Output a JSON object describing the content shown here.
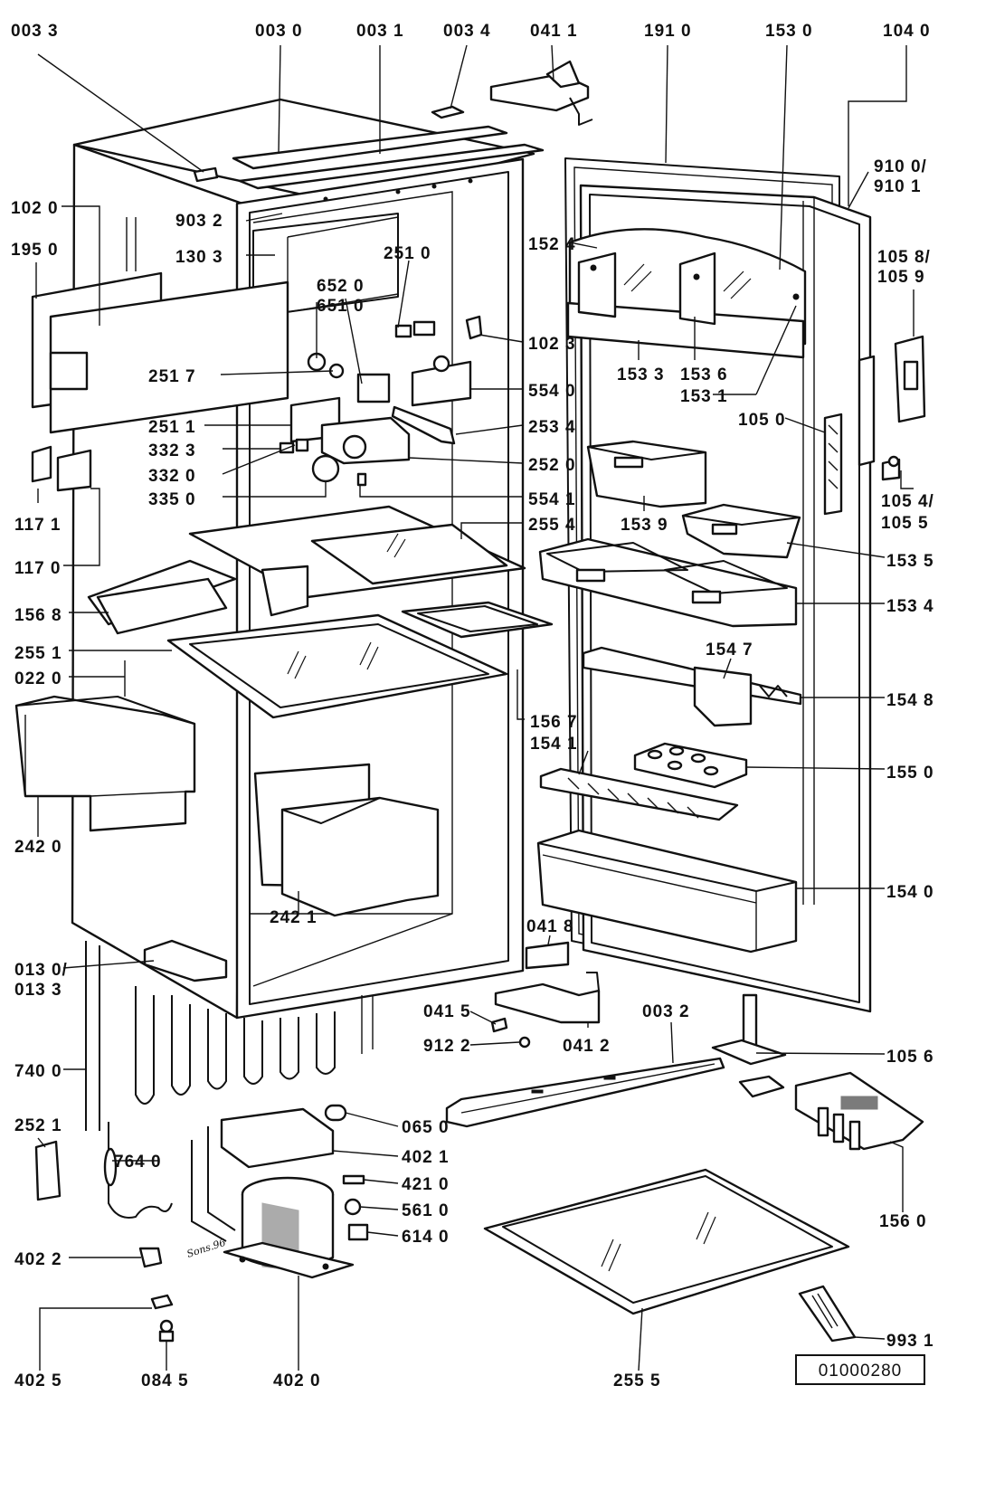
{
  "colors": {
    "ink": "#111111",
    "paper": "#ffffff"
  },
  "diagram_id": "01000280",
  "handwritten_note": "Sons.96",
  "labels": [
    {
      "id": "l0033",
      "text": "003 3"
    },
    {
      "id": "l0030",
      "text": "003 0"
    },
    {
      "id": "l0031",
      "text": "003 1"
    },
    {
      "id": "l0034",
      "text": "003 4"
    },
    {
      "id": "l0411",
      "text": "041 1"
    },
    {
      "id": "l1910",
      "text": "191 0"
    },
    {
      "id": "l1530",
      "text": "153 0"
    },
    {
      "id": "l1040",
      "text": "104 0"
    },
    {
      "id": "l9100",
      "text": "910 0/"
    },
    {
      "id": "l9101",
      "text": "910 1"
    },
    {
      "id": "l1020",
      "text": "102 0"
    },
    {
      "id": "l9032",
      "text": "903 2"
    },
    {
      "id": "l1950",
      "text": "195 0"
    },
    {
      "id": "l1303",
      "text": "130 3"
    },
    {
      "id": "l2510",
      "text": "251 0"
    },
    {
      "id": "l1524",
      "text": "152 4"
    },
    {
      "id": "l1058",
      "text": "105 8/"
    },
    {
      "id": "l1059",
      "text": "105 9"
    },
    {
      "id": "l6520",
      "text": "652 0"
    },
    {
      "id": "l6510",
      "text": "651 0"
    },
    {
      "id": "l1023",
      "text": "102 3"
    },
    {
      "id": "l2517",
      "text": "251 7"
    },
    {
      "id": "l5540",
      "text": "554 0"
    },
    {
      "id": "l1533",
      "text": "153 3"
    },
    {
      "id": "l1536",
      "text": "153 6"
    },
    {
      "id": "l1531",
      "text": "153 1"
    },
    {
      "id": "l1050",
      "text": "105 0"
    },
    {
      "id": "l2511",
      "text": "251 1"
    },
    {
      "id": "l2534",
      "text": "253 4"
    },
    {
      "id": "l3323",
      "text": "332 3"
    },
    {
      "id": "l2520",
      "text": "252 0"
    },
    {
      "id": "l3320",
      "text": "332 0"
    },
    {
      "id": "l3350",
      "text": "335 0"
    },
    {
      "id": "l5541",
      "text": "554 1"
    },
    {
      "id": "l1171",
      "text": "117 1"
    },
    {
      "id": "l1539",
      "text": "153 9"
    },
    {
      "id": "l1054",
      "text": "105 4/"
    },
    {
      "id": "l1055",
      "text": "105 5"
    },
    {
      "id": "l2554",
      "text": "255 4"
    },
    {
      "id": "l1170",
      "text": "117 0"
    },
    {
      "id": "l1535",
      "text": "153 5"
    },
    {
      "id": "l1568",
      "text": "156 8"
    },
    {
      "id": "l1534",
      "text": "153 4"
    },
    {
      "id": "l1547",
      "text": "154 7"
    },
    {
      "id": "l2551",
      "text": "255 1"
    },
    {
      "id": "l0220",
      "text": "022 0"
    },
    {
      "id": "l1548",
      "text": "154 8"
    },
    {
      "id": "l1567",
      "text": "156 7"
    },
    {
      "id": "l1541",
      "text": "154 1"
    },
    {
      "id": "l1550",
      "text": "155 0"
    },
    {
      "id": "l2420",
      "text": "242 0"
    },
    {
      "id": "l1540",
      "text": "154 0"
    },
    {
      "id": "l2421",
      "text": "242 1"
    },
    {
      "id": "l0418",
      "text": "041 8"
    },
    {
      "id": "l0130",
      "text": "013 0/"
    },
    {
      "id": "l0133",
      "text": "013 3"
    },
    {
      "id": "l0415",
      "text": "041 5"
    },
    {
      "id": "l0032",
      "text": "003 2"
    },
    {
      "id": "l9122",
      "text": "912 2"
    },
    {
      "id": "l0412",
      "text": "041 2"
    },
    {
      "id": "l1056",
      "text": "105 6"
    },
    {
      "id": "l7400",
      "text": "740 0"
    },
    {
      "id": "l2521",
      "text": "252 1"
    },
    {
      "id": "l0650",
      "text": "065 0"
    },
    {
      "id": "l7640",
      "text": "764 0"
    },
    {
      "id": "l4021",
      "text": "402 1"
    },
    {
      "id": "l4210",
      "text": "421 0"
    },
    {
      "id": "l5610",
      "text": "561 0"
    },
    {
      "id": "l6140",
      "text": "614 0"
    },
    {
      "id": "l1560",
      "text": "156 0"
    },
    {
      "id": "l4022",
      "text": "402 2"
    },
    {
      "id": "l9931",
      "text": "993 1"
    },
    {
      "id": "l4025",
      "text": "402 5"
    },
    {
      "id": "l0845",
      "text": "084 5"
    },
    {
      "id": "l4020",
      "text": "402 0"
    },
    {
      "id": "l2555",
      "text": "255 5"
    }
  ]
}
